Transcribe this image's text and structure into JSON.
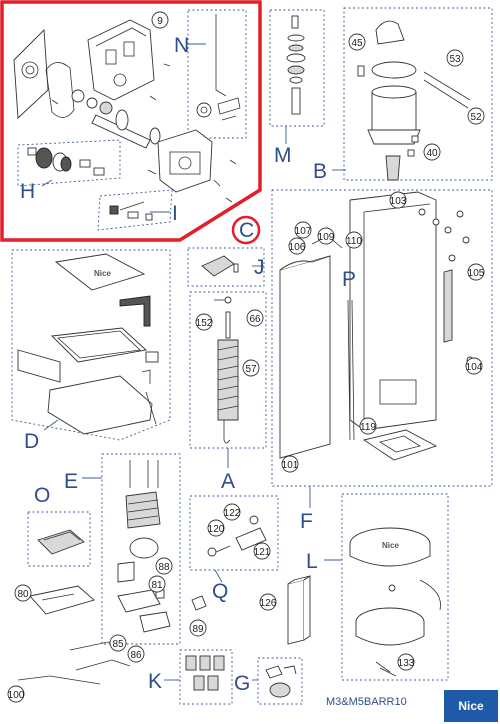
{
  "diagram": {
    "model_code": "M3&M5BARR10",
    "brand": "Nice",
    "highlight_color": "#e3202a",
    "accent_color": "#2f4e8c",
    "logo_bg": "#1e5aa8",
    "groups": [
      "A",
      "B",
      "C",
      "D",
      "E",
      "F",
      "G",
      "H",
      "I",
      "J",
      "K",
      "L",
      "M",
      "N",
      "O",
      "P",
      "Q"
    ],
    "parts": [
      "9",
      "40",
      "45",
      "52",
      "53",
      "57",
      "66",
      "80",
      "81",
      "85",
      "86",
      "88",
      "89",
      "100",
      "101",
      "103",
      "104",
      "105",
      "106",
      "107",
      "109",
      "110",
      "119",
      "120",
      "121",
      "122",
      "126",
      "133",
      "152"
    ],
    "panel_logo": "Nice"
  }
}
